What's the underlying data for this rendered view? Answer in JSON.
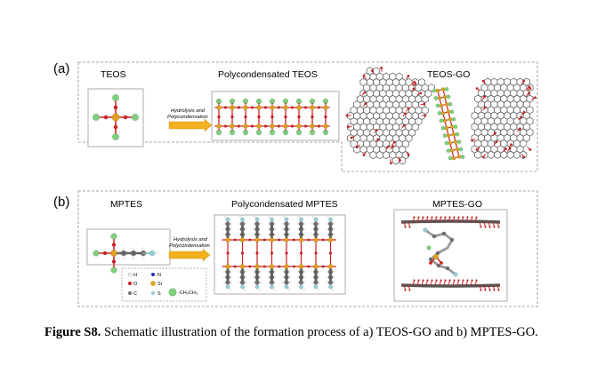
{
  "panel_a": {
    "tag": "(a)",
    "teos_title": "TEOS",
    "poly_title": "Polycondensated TEOS",
    "go_title": "TEOS-GO",
    "arrow_line1": "Hydrolysis and",
    "arrow_line2": "Polycondensation"
  },
  "panel_b": {
    "tag": "(b)",
    "mptes_title": "MPTES",
    "poly_title": "Polycondensated MPTES",
    "go_title": "MPTES-GO",
    "arrow_line1": "Hydrolysis and",
    "arrow_line2": "Polycondensation",
    "legend": {
      "h": "H",
      "n": "N",
      "o": "O",
      "si": "Si",
      "c": "C",
      "s": "S",
      "ch2ch3": "-CH₂CH₃"
    }
  },
  "colors": {
    "silicon": "#e0a020",
    "oxygen": "#d42020",
    "ethyl": "#7fcf7f",
    "carbon": "#707070",
    "hydrogen": "#ffffff",
    "sulfur": "#8fd0d8",
    "nitrogen": "#2030c0",
    "arrow": "#f2b01e",
    "dash": "#8a8a8a"
  },
  "caption": {
    "label": "Figure S8.",
    "text": " Schematic illustration of the formation process of a) TEOS-GO and b) MPTES-GO."
  }
}
